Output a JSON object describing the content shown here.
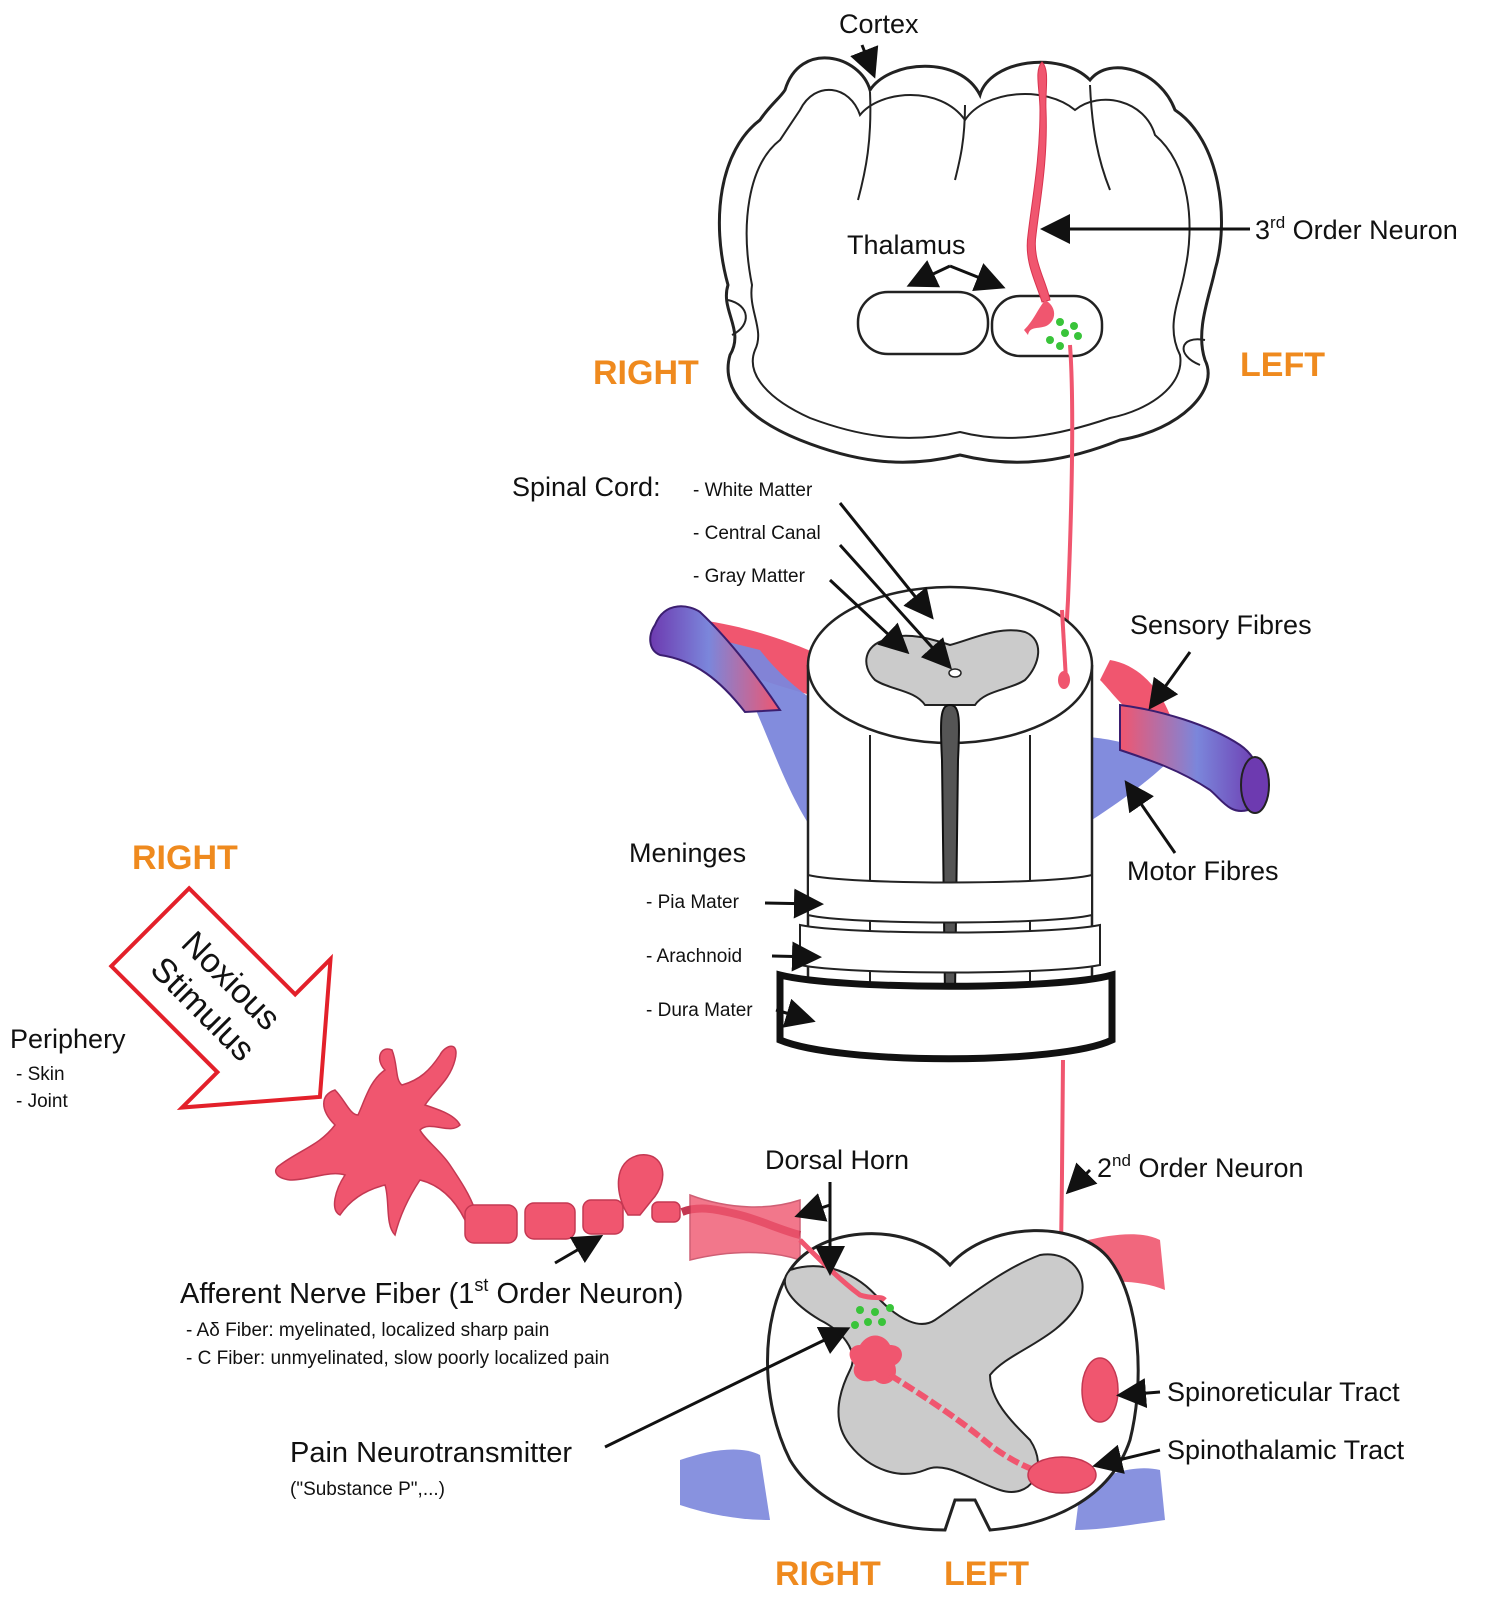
{
  "colors": {
    "side_label": "#ef8a1e",
    "neuron": "#f0566f",
    "neurotransmitter": "#39c43a",
    "gray_matter": "#cbcbcb",
    "motor": "#7b86db",
    "nerve_root": "#6d3ab0",
    "stimulus_arrow": "#e3202a"
  },
  "brain": {
    "cortex": "Cortex",
    "thalamus": "Thalamus",
    "third_order_neuron": {
      "prefix": "3",
      "sup": "rd",
      "rest": " Order Neuron"
    },
    "right": "RIGHT",
    "left": "LEFT"
  },
  "spinal_cord": {
    "title": "Spinal Cord:",
    "white_matter": "- White Matter",
    "central_canal": "- Central Canal",
    "gray_matter": "- Gray Matter",
    "sensory_fibres": "Sensory Fibres",
    "motor_fibres": "Motor Fibres"
  },
  "meninges": {
    "title": "Meninges",
    "pia_mater": "- Pia Mater",
    "arachnoid": "- Arachnoid",
    "dura_mater": "- Dura Mater"
  },
  "periphery": {
    "right": "RIGHT",
    "stimulus_line1": "Noxious",
    "stimulus_line2": "Stimulus",
    "title": "Periphery",
    "skin": "- Skin",
    "joint": "- Joint"
  },
  "afferent": {
    "title_pre": "Afferent Nerve Fiber (1",
    "title_sup": "st",
    "title_post": " Order Neuron)",
    "a_delta": "- Aδ Fiber: myelinated, localized sharp pain",
    "c_fiber": "- C Fiber: unmyelinated, slow poorly localized pain"
  },
  "dorsal": {
    "dorsal_horn": "Dorsal Horn",
    "second_order_neuron": {
      "prefix": "2",
      "sup": "nd",
      "rest": " Order Neuron"
    },
    "pain_neurotransmitter": "Pain Neurotransmitter",
    "substance_p": "(\"Substance P\",...)",
    "spinoreticular": "Spinoreticular Tract",
    "spinothalamic": "Spinothalamic Tract",
    "right": "RIGHT",
    "left": "LEFT"
  }
}
